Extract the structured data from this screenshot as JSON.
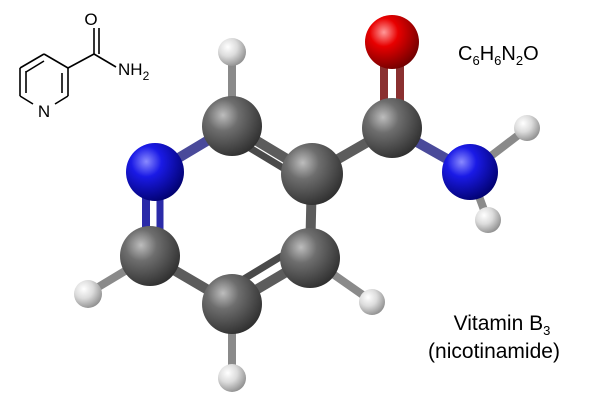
{
  "formula": {
    "C": "C",
    "C_count": "6",
    "H": "H",
    "H_count": "6",
    "N": "N",
    "N_count": "2",
    "O": "O"
  },
  "structural": {
    "O_label": "O",
    "N_ring_label": "N",
    "amide_label": "NH",
    "amide_sub": "2"
  },
  "caption": {
    "line1_main": "Vitamin B",
    "line1_sub": "3",
    "line2": "(nicotinamide)"
  },
  "colors": {
    "carbon": "#5a5a5a",
    "nitrogen": "#1414d8",
    "oxygen": "#e00000",
    "hydrogen": "#d8d8d8",
    "bond": "#6a6a6a"
  }
}
